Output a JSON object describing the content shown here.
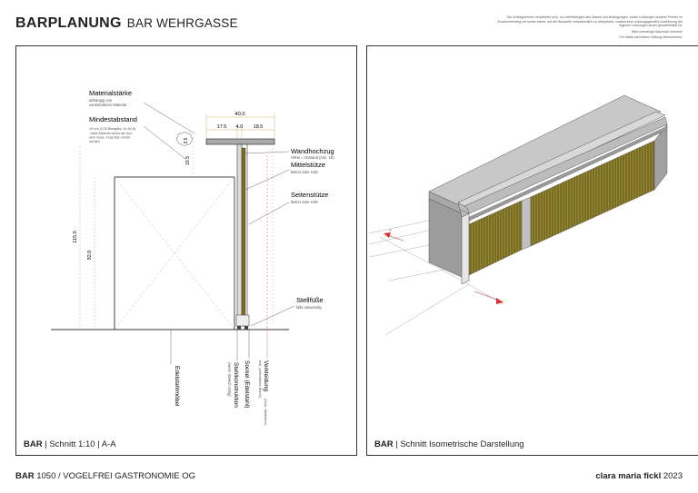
{
  "header": {
    "title": "BARPLANUNG",
    "subtitle": "BAR WEHRGASSE"
  },
  "disclaimer": {
    "p1": "Der Auftragnehmer verpflichtet sich, vor Arbeitsbeginn alle Masse und Bedingungen, sowie Leistungen anderer Firmen im Zusammenhang mit seiner Arbeit, auf der Baustelle verantwortlich zu überprüfen, sodass eine ordnungsgemäße Ausführung der eigenen Leistungen sicher gewährleistet ist.",
    "p2": "Bitte unbedingt Naturmaß nehmen!",
    "p3": "Für Maße wird keine Haftung übernommen."
  },
  "section": {
    "caption_bold": "BAR",
    "caption_rest": " | Schnitt 1:10 | A-A",
    "dims": {
      "total": "40.0",
      "left": "17.5",
      "mid": "4.0",
      "right": "18.5",
      "v115": "115.0",
      "v92": "92.0",
      "v195": "19.5",
      "v35": "3.5"
    },
    "labels": {
      "materialstaerke": "Materialstärke",
      "materialstaerke_sub1": "abhängig von",
      "materialstaerke_sub2": "verwendetem Material",
      "mindestabstand": "Mindestabstand",
      "mindestabstand_sub1": "19 cm (0,5l Biergläs, h=18,5)",
      "mindestabstand_sub2": "->falls Material dicker als 4cm",
      "mindestabstand_sub3": "dem muss, muss Bar erhöht",
      "mindestabstand_sub4": "werden",
      "wandhochzug": "Wandhochzug",
      "wandhochzug_sub": "Höhe = Abstand (min. 19)",
      "mittelstuetze": "Mittelstütze",
      "mittelstuetze_sub": "Beton oder Holz",
      "seitenstuetze": "Seitenstütze",
      "seitenstuetze_sub": "Beton oder Holz",
      "stellfuesse": "Stellfüße",
      "stellfuesse_sub": "falls notwendig",
      "edelstahlmoebel": "Edelstahlmöbel",
      "stahlkonstruktion": "Stahlkonstruktion",
      "stahlkonstruktion_sub": "(wenn Stretch nötig)",
      "sockel": "Sockel (Edelstahl)",
      "verkleidung": "Verkleidung",
      "verkleidung_sub1": "(Holz, Wellblech,",
      "verkleidung_sub2": "evtl. perforiertes Blech)"
    }
  },
  "iso": {
    "caption_bold": "BAR",
    "caption_rest": " | Schnitt Isometrische Darstellung",
    "marker_a": "A"
  },
  "footer": {
    "left_bold": "BAR",
    "left_rest": " 1050 / VOGELFREI GASTRONOMIE OG",
    "right_bold": "clara maria fickl",
    "right_rest": " 2023"
  },
  "colors": {
    "cladding": "#7a6d22",
    "concrete": "#b9b9b9",
    "dimension": "#c9b870",
    "accent": "#d23333"
  }
}
